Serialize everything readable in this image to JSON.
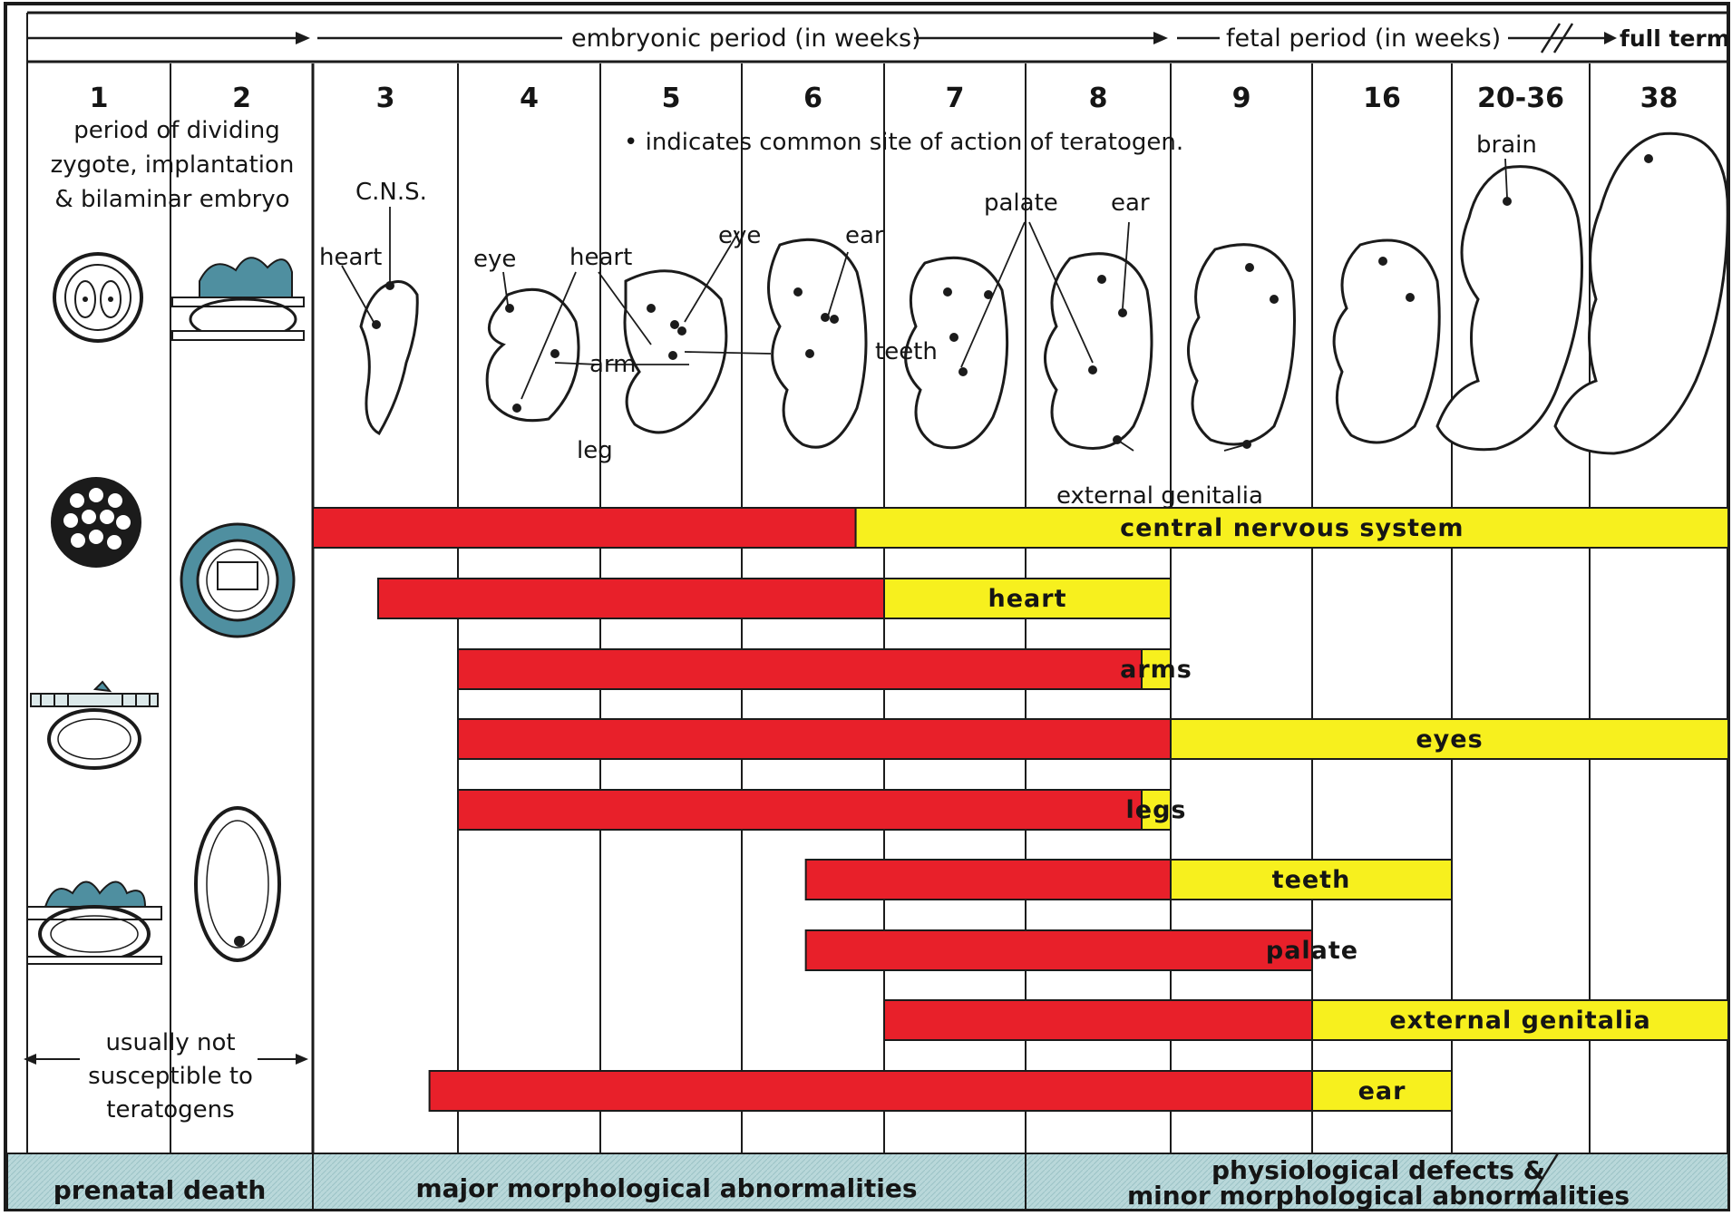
{
  "header": {
    "embryonic_label": "embryonic period (in weeks)",
    "fetal_label": "fetal period (in weeks)",
    "full_term_label": "full term"
  },
  "weeks": [
    "1",
    "2",
    "3",
    "4",
    "5",
    "6",
    "7",
    "8",
    "9",
    "16",
    "20-36",
    "38"
  ],
  "early_period_text": [
    "period of dividing",
    "zygote, implantation",
    "& bilaminar embryo"
  ],
  "legend_note": "• indicates common site of action of teratogen.",
  "not_susceptible_text": [
    "usually not",
    "susceptible to",
    "teratogens"
  ],
  "embryo_labels": {
    "cns": "C.N.S.",
    "heart_w3": "heart",
    "eye_w4": "eye",
    "heart_w4": "heart",
    "eye_w5": "eye",
    "ear_w6": "ear",
    "arm": "arm",
    "leg": "leg",
    "teeth": "teeth",
    "palate": "palate",
    "ear_w8": "ear",
    "external_genitalia": "external genitalia",
    "brain": "brain"
  },
  "bars": [
    {
      "label": "central nervous system",
      "start_week": "3",
      "major_until_week": "6-",
      "end_week": "38"
    },
    {
      "label": "heart",
      "start_week": "3+",
      "major_until_week": "6",
      "end_week": "8"
    },
    {
      "label": "arms",
      "start_week": "4",
      "major_until_week": "8-",
      "end_week": "8"
    },
    {
      "label": "eyes",
      "start_week": "4",
      "major_until_week": "8",
      "end_week": "38"
    },
    {
      "label": "legs",
      "start_week": "4",
      "major_until_week": "8-",
      "end_week": "8"
    },
    {
      "label": "teeth",
      "start_week": "6+",
      "major_until_week": "8",
      "end_week": "16"
    },
    {
      "label": "palate",
      "start_week": "6+",
      "major_until_week": "9",
      "end_week": "9"
    },
    {
      "label": "external genitalia",
      "start_week": "7",
      "major_until_week": "9",
      "end_week": "38"
    },
    {
      "label": "ear",
      "start_week": "4-",
      "major_until_week": "9",
      "end_week": "16"
    }
  ],
  "footer": {
    "prenatal_death": "prenatal death",
    "major_abnormalities": "major morphological abnormalities",
    "physiological_line1": "physiological defects &",
    "physiological_line2": "minor morphological abnormalities"
  },
  "colors": {
    "major_sensitivity": "#e8202a",
    "minor_sensitivity": "#f7f01e",
    "footer_band": "#b9d8da",
    "embryo_tissue": "#4f8fa0"
  }
}
